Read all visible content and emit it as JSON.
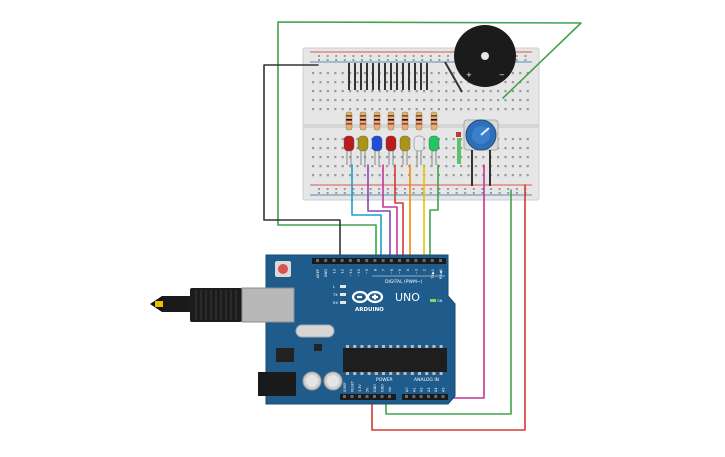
{
  "board": {
    "brand": "ARDUINO",
    "model": "UNO",
    "digital_label": "DIGITAL (PWM~)",
    "power_label": "POWER",
    "analog_label": "ANALOG IN",
    "on_label": "ON",
    "led_labels": [
      "L",
      "TX",
      "RX"
    ],
    "top_pins": [
      "AREF",
      "GND",
      "13",
      "12",
      "~11",
      "~10",
      "~9",
      "8",
      "7",
      "~6",
      "~5",
      "4",
      "~3",
      "2",
      "TX▶1",
      "RX◀0"
    ],
    "power_pins": [
      "IOREF",
      "RESET",
      "3.3V",
      "5V",
      "GND",
      "GND",
      "Vin"
    ],
    "analog_pins": [
      "A0",
      "A1",
      "A2",
      "A3",
      "A4",
      "A5"
    ]
  },
  "components": {
    "buzzer_plus": "+",
    "buzzer_minus": "−",
    "led_colors": [
      "#b91c1c",
      "#a8951a",
      "#1d4ed8",
      "#b91c1c",
      "#a8951a",
      "#e5e7eb",
      "#22c55e"
    ]
  },
  "colors": {
    "board_blue": "#1f5c8c",
    "breadboard": "#e9e9e9",
    "rail_red": "#d62828",
    "rail_blue": "#2b6cb0",
    "wire_red": "#d33a32",
    "wire_green": "#3fa34d",
    "wire_black": "#333333",
    "wire_magenta": "#c3359a",
    "wire_cyan": "#1aa0c8",
    "wire_purple": "#8e44ad",
    "wire_orange": "#f08c00",
    "wire_yellow": "#e6c200"
  }
}
